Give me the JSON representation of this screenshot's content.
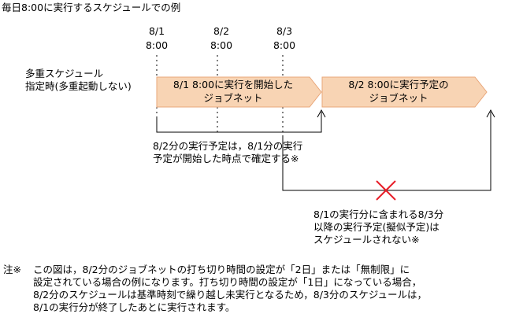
{
  "title": "毎日8:00に実行するスケジュールでの例",
  "dates": [
    {
      "date": "8/1",
      "time": "8:00"
    },
    {
      "date": "8/2",
      "time": "8:00"
    },
    {
      "date": "8/3",
      "time": "8:00"
    }
  ],
  "row_label": {
    "line1": "多重スケジュール",
    "line2": "指定時(多重起動しない)"
  },
  "job1": {
    "line1": "8/1 8:00に実行を開始した",
    "line2": "ジョブネット"
  },
  "job2": {
    "line1": "8/2 8:00に実行予定の",
    "line2": "ジョブネット"
  },
  "note_a": {
    "line1": "8/2分の実行予定は，8/1分の実行",
    "line2": "予定が開始した時点で確定する※"
  },
  "note_b": {
    "line1": "8/1の実行分に含まれる8/3分",
    "line2": "以降の実行予定(擬似予定)は",
    "line3": "スケジュールされない※"
  },
  "footnote": {
    "mark": "注※",
    "line1": "この図は，8/2分のジョブネットの打ち切り時間の設定が「2日」または「無制限」に",
    "line2": "設定されている場合の例になります。打ち切り時間の設定が「1日」になっている場合，",
    "line3": "8/2分のスケジュールは基準時刻で繰り越し未実行となるため，8/3分のスケジュールは，",
    "line4": "8/1の実行分が終了したあとに実行されます。"
  },
  "colors": {
    "job_fill": "#f8d4b4",
    "job_stroke": "#e9a77a",
    "cross": "#e8202a"
  }
}
